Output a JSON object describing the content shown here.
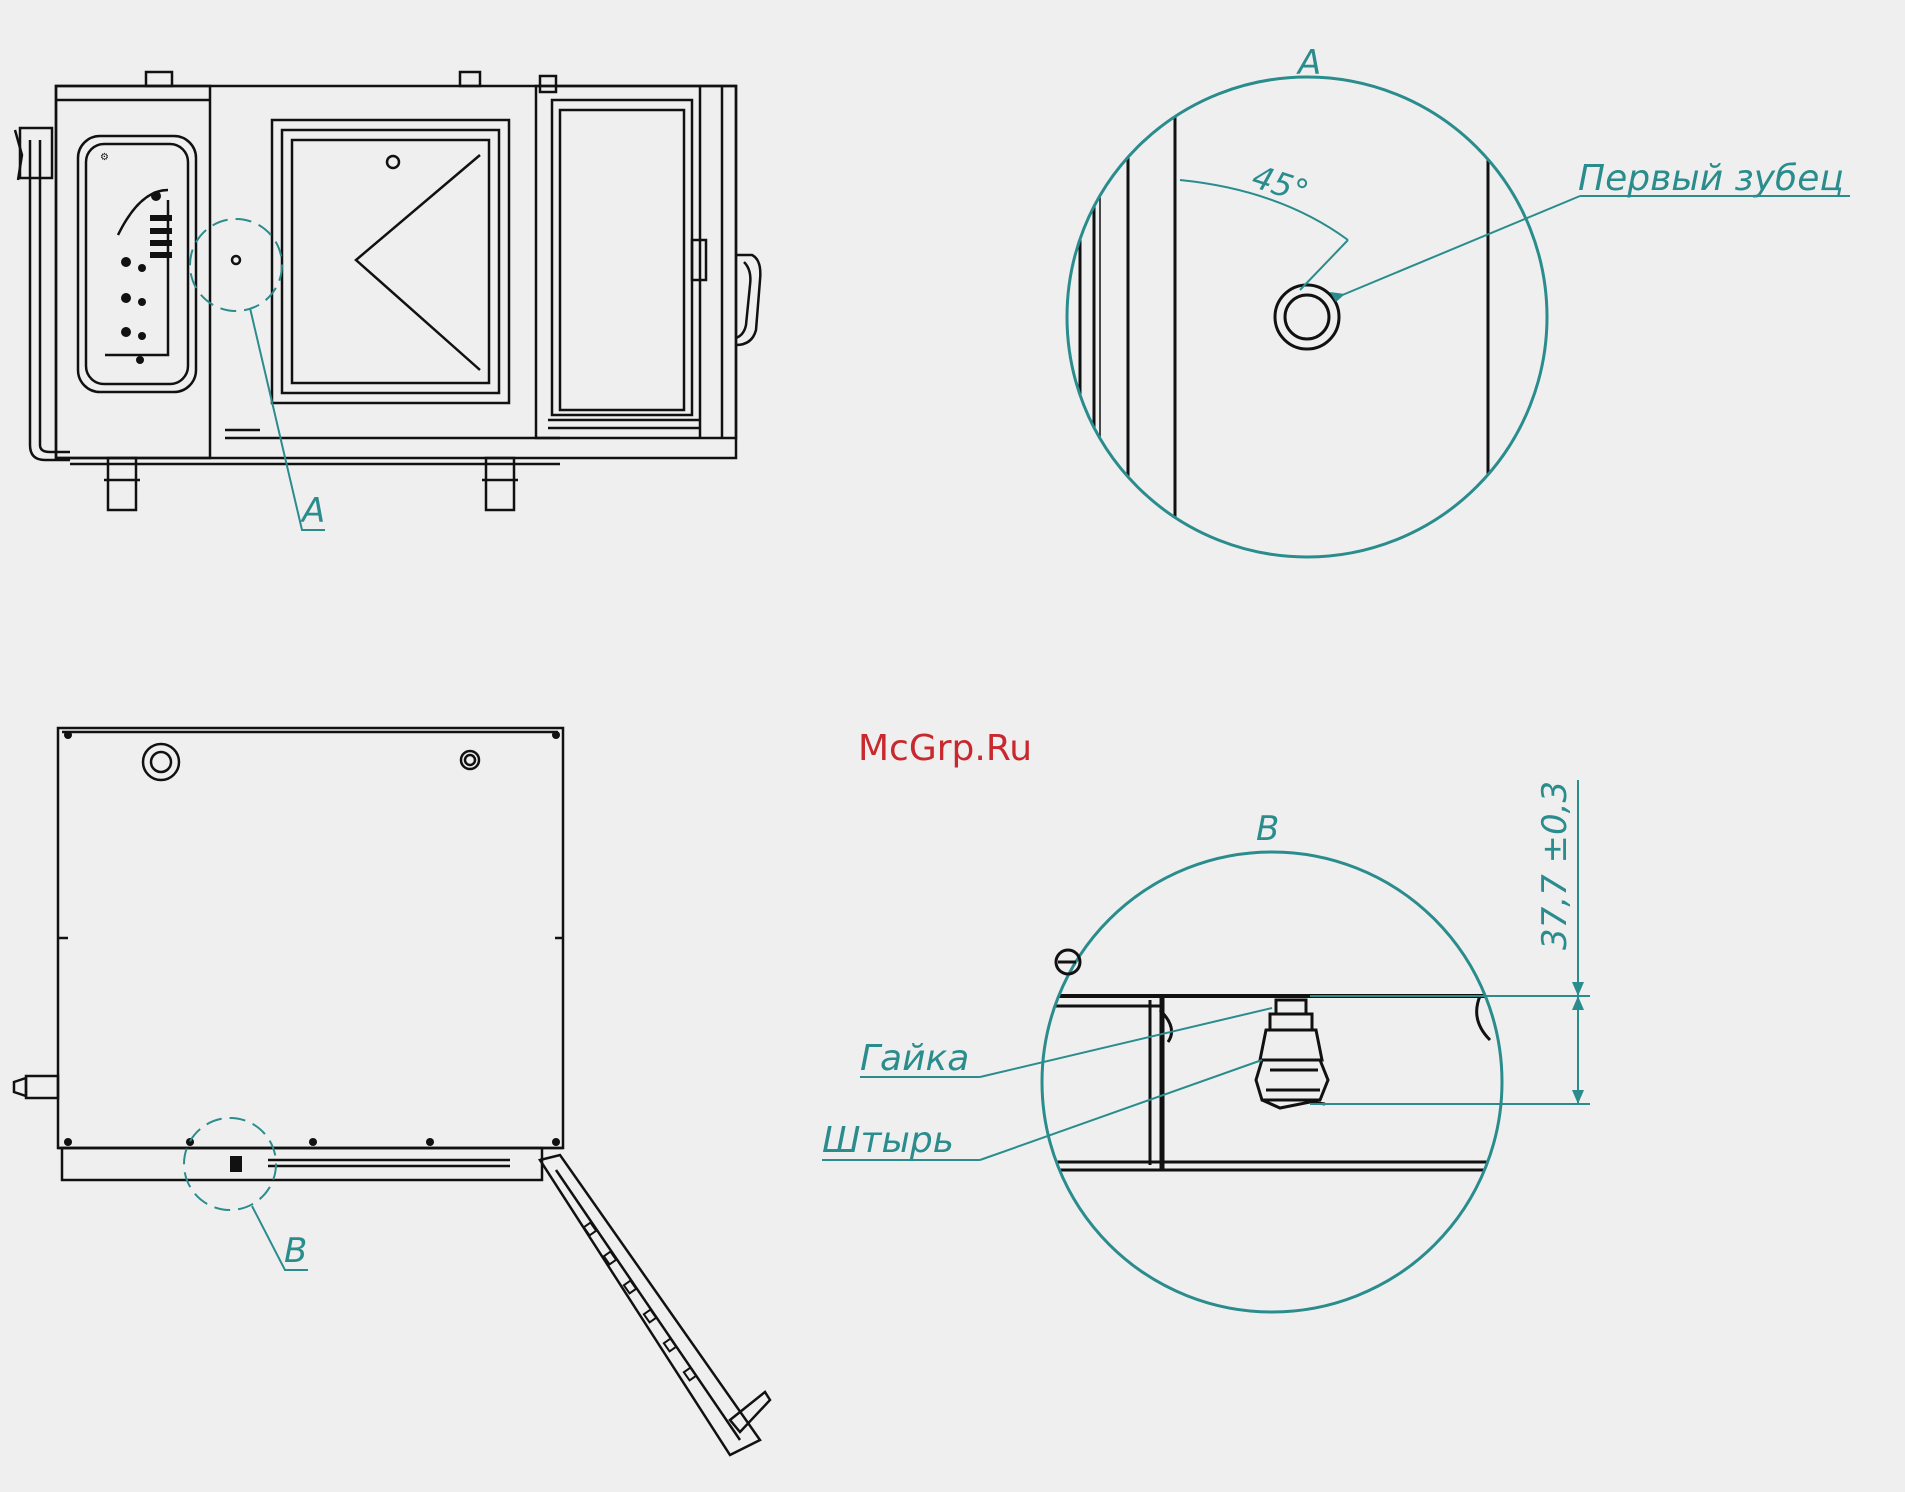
{
  "watermark": "McGrp.Ru",
  "labels": {
    "detail_a": "A",
    "detail_a_callout": "A",
    "detail_b": "B",
    "detail_b_callout": "B",
    "angle": "45°",
    "first_tooth": "Первый зубец",
    "nut": "Гайка",
    "pin": "Штырь",
    "dimension": "37,7 ±0,3"
  },
  "colors": {
    "line": "#111111",
    "annotation": "#2a8c8c",
    "watermark": "#c8282e",
    "background": "#efefef"
  }
}
